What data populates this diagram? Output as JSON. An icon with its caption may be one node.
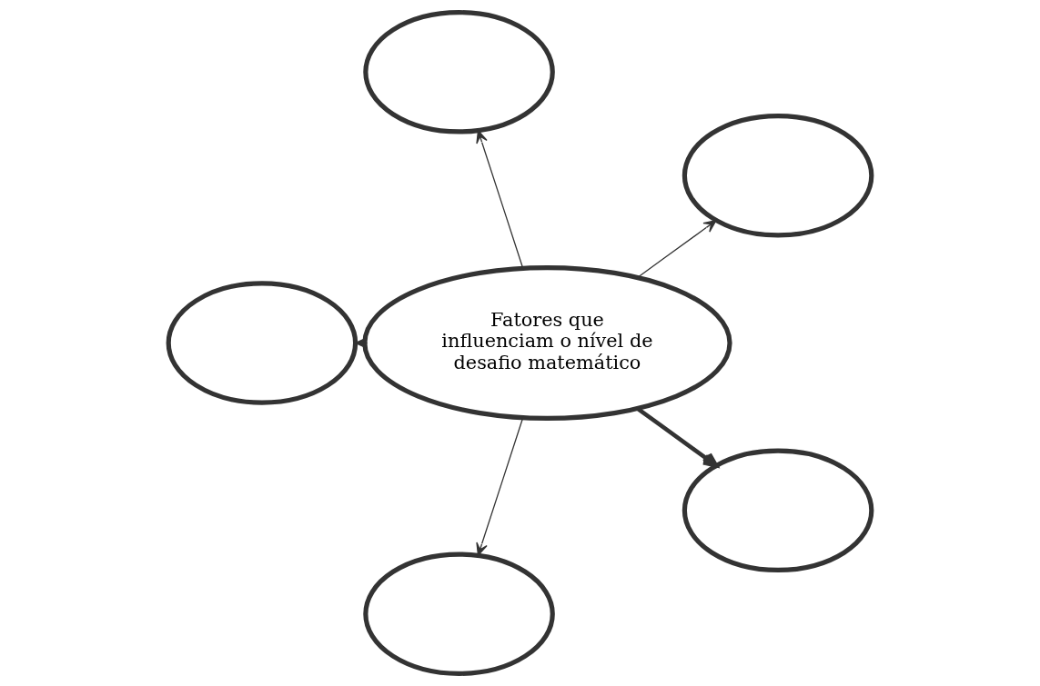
{
  "diagram": {
    "nodes": [
      {
        "text": [
          "Fatores que influenciam o nível de desafio matemático"
        ]
      },
      {
        "text": [],
        "shape": "ellipse"
      },
      {
        "text": [],
        "shape": "ellipse"
      },
      {
        "text": [],
        "shape": "ellipse"
      },
      {
        "text": [],
        "shape": "ellipse"
      },
      {
        "text": [],
        "shape": "ellipse"
      }
    ],
    "edges": [
      {
        "from": 0,
        "to": 1,
        "arrow": "to"
      },
      {
        "from": 0,
        "to": 2,
        "arrow": "to"
      },
      {
        "from": 0,
        "to": 3,
        "arrow": "to"
      },
      {
        "from": 0,
        "to": 4,
        "arrow": "to"
      },
      {
        "from": 0,
        "to": 5,
        "arrow": "to",
        "style": "thick"
      }
    ]
  }
}
